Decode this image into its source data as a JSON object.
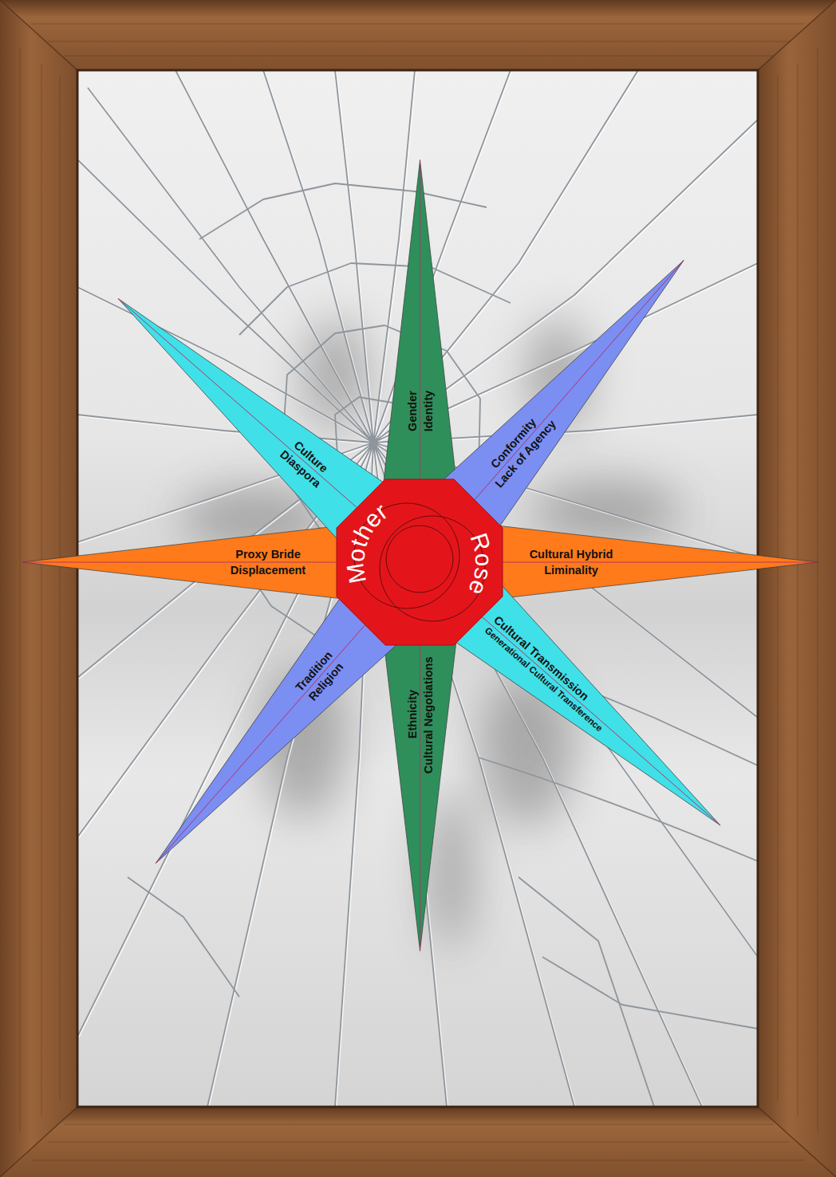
{
  "diagram": {
    "nodes": [
      {
        "text": [
          "Mother",
          "Rose"
        ]
      },
      {
        "text": [
          "Gender",
          "Identity"
        ]
      },
      {
        "text": [
          "Conformity",
          "Lack of Agency"
        ]
      },
      {
        "text": [
          "Cultural Hybrid",
          "Liminality"
        ]
      },
      {
        "text": [
          "Cultural Transmission",
          "Generational Cultural Transference"
        ]
      },
      {
        "text": [
          "Ethnicity",
          "Cultural Negotiations"
        ]
      },
      {
        "text": [
          "Tradition",
          "Religion"
        ]
      },
      {
        "text": [
          "Proxy Bride",
          "Displacement"
        ]
      },
      {
        "text": [
          "Culture",
          "Diaspora"
        ]
      }
    ]
  }
}
